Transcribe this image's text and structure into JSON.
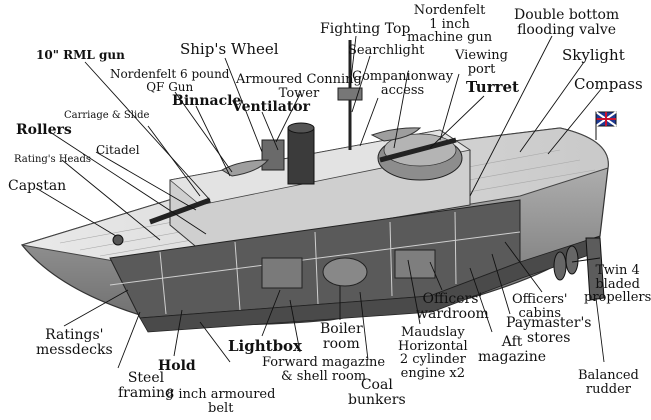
{
  "labels": {
    "gun_10in": "10\" RML gun",
    "ships_wheel": "Ship's Wheel",
    "nordenfelt_6pdr": "Nordenfelt 6 pound\nQF Gun",
    "carriage_slide": "Carriage & Slide",
    "binnacle": "Binnacle",
    "ventilator": "Ventilator",
    "conning_tower": "Armoured Conning\nTower",
    "fighting_top": "Fighting Top",
    "searchlight": "Searchlight",
    "companionway": "Companionway\naccess",
    "nordenfelt_1in": "Nordenfelt\n1 inch\nmachine gun",
    "viewing_port": "Viewing\nport",
    "turret": "Turret",
    "double_bottom": "Double bottom\nflooding valve",
    "skylight": "Skylight",
    "compass": "Compass",
    "rollers": "Rollers",
    "citadel": "Citadel",
    "ratings_heads": "Rating's Heads",
    "capstan": "Capstan",
    "ratings_messdecks": "Ratings'\nmessdecks",
    "hold": "Hold",
    "steel_framing": "Steel\nframing",
    "armoured_belt": "8 inch armoured\nbelt",
    "lightbox": "Lightbox",
    "forward_magazine": "Forward magazine\n& shell room",
    "boiler_room": "Boiler\nroom",
    "coal_bunkers": "Coal\nbunkers",
    "engine": "Maudslay\nHorizontal\n2 cylinder\nengine x2",
    "officers_wardroom": "Officers'\nwardroom",
    "aft_magazine": "Aft\nmagazine",
    "paymasters_stores": "Paymaster's\nstores",
    "officers_cabins": "Officers'\ncabins",
    "propellers": "Twin 4\nbladed\npropellers",
    "balanced_rudder": "Balanced\nrudder"
  },
  "colors": {
    "ink": "#111111",
    "hull": "#9a9a9a",
    "deck": "#d6d6d6",
    "interior": "#5a5a5a",
    "ensign_red": "#c8102e",
    "ensign_blue": "#1f3a93"
  }
}
